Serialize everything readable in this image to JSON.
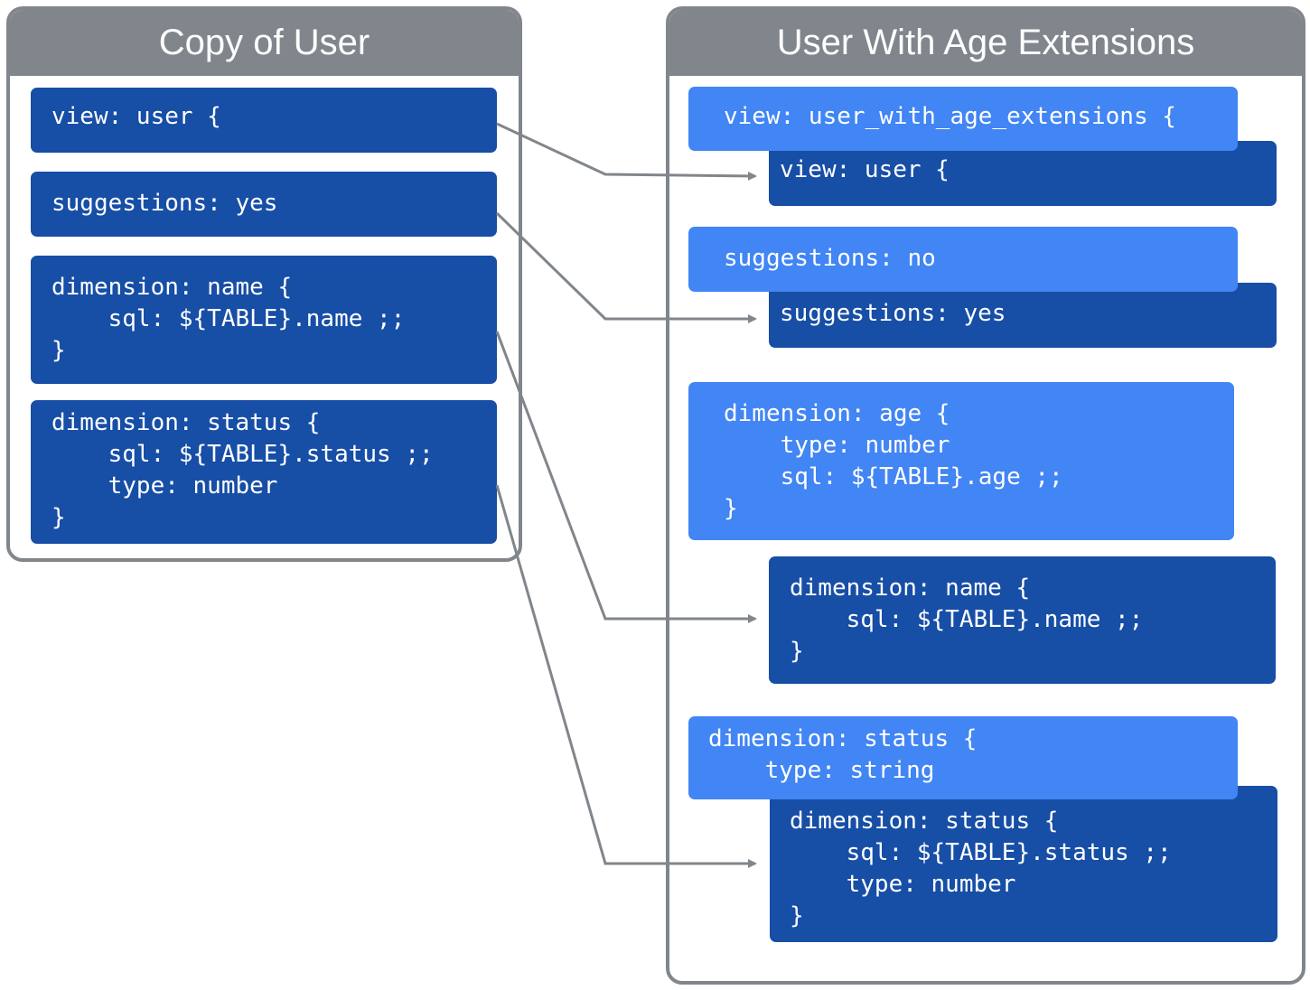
{
  "colors": {
    "dark_block": "#174ea6",
    "light_block": "#4285f4",
    "panel_border": "#80868b",
    "arrow": "#80868b"
  },
  "left_panel": {
    "title": "Copy of User",
    "blocks": [
      {
        "text": "view: user {"
      },
      {
        "text": "suggestions: yes"
      },
      {
        "text": "dimension: name {\n    sql: ${TABLE}.name ;;\n}"
      },
      {
        "text": "dimension: status {\n    sql: ${TABLE}.status ;;\n    type: number\n}"
      }
    ]
  },
  "right_panel": {
    "title": "User With Age Extensions",
    "blocks": [
      {
        "text": "view: user_with_age_extensions {"
      },
      {
        "text": "view: user {"
      },
      {
        "text": "suggestions: no"
      },
      {
        "text": "suggestions: yes"
      },
      {
        "text": "dimension: age {\n    type: number\n    sql: ${TABLE}.age ;;\n}"
      },
      {
        "text": "dimension: name {\n    sql: ${TABLE}.name ;;\n}"
      },
      {
        "text": "dimension: status {\n    type: string"
      },
      {
        "text": "dimension: status {\n    sql: ${TABLE}.status ;;\n    type: number\n}"
      }
    ]
  }
}
